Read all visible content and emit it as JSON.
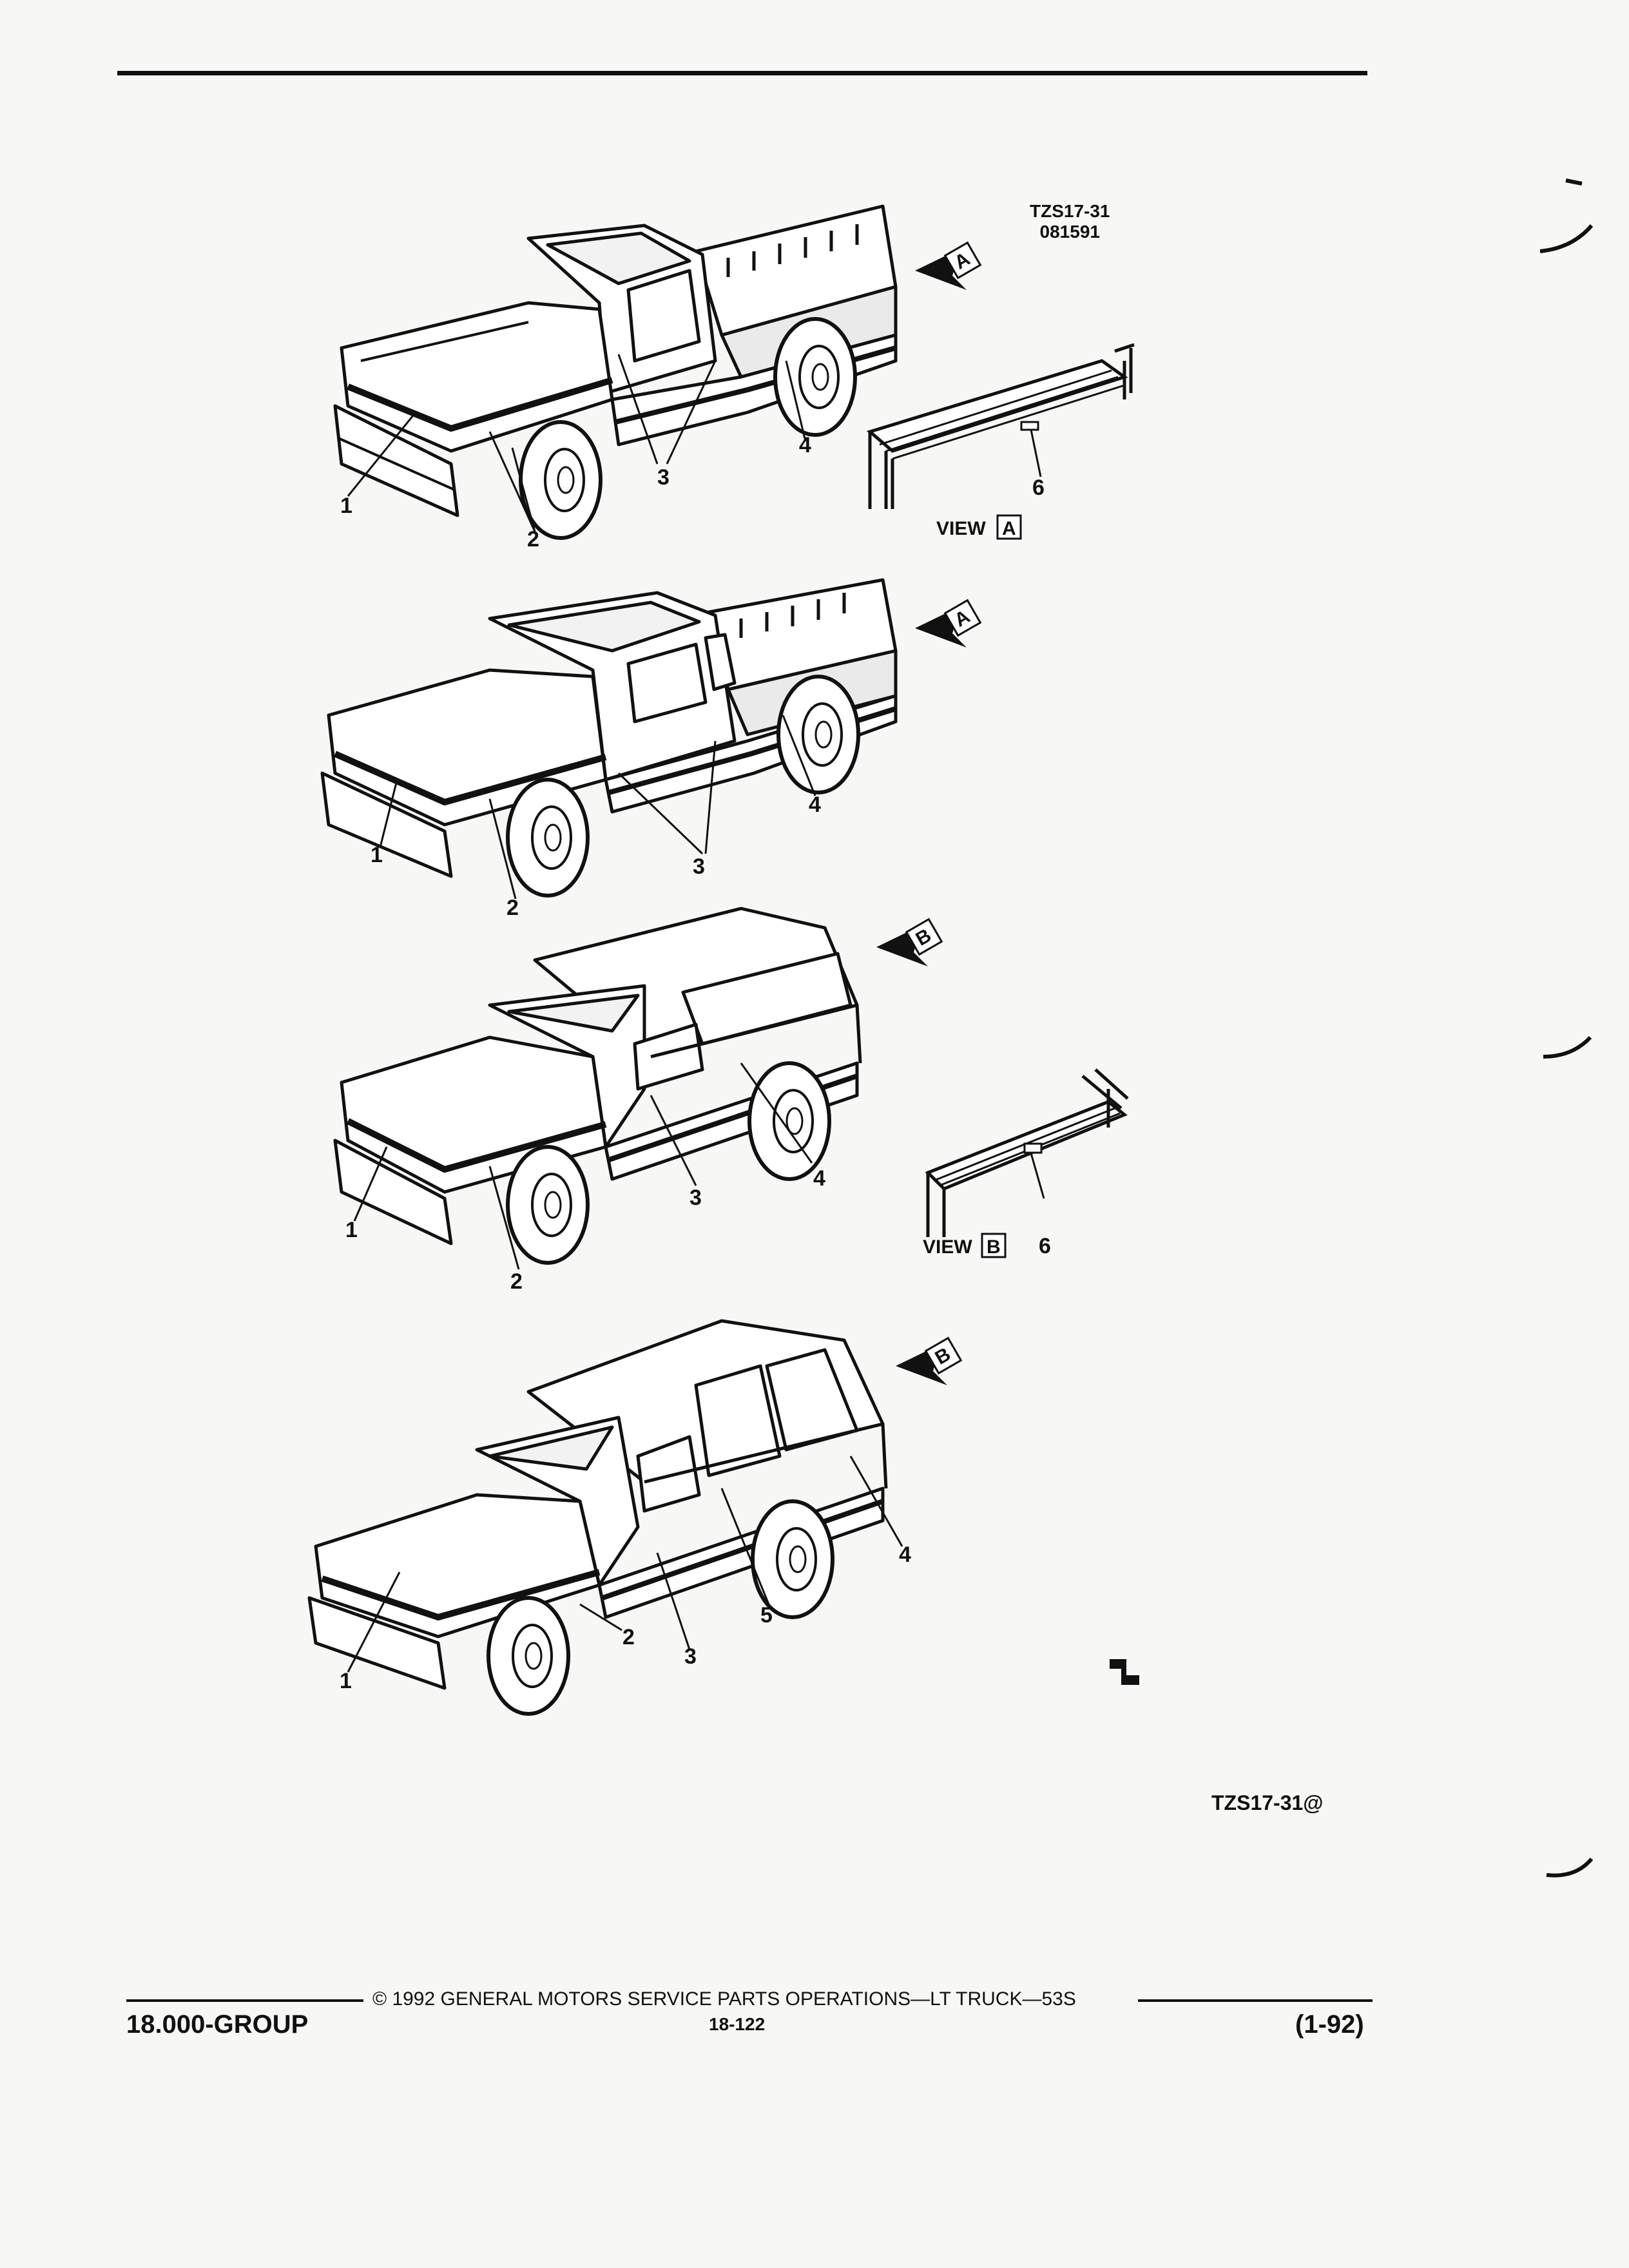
{
  "header": {
    "ref_code_line1": "TZS17-31",
    "ref_code_line2": "081591"
  },
  "figures": [
    {
      "id": "regular-cab-pickup",
      "view_marker": "A",
      "callouts": [
        "1",
        "2",
        "3",
        "4"
      ]
    },
    {
      "id": "extended-cab-pickup",
      "view_marker": "A",
      "callouts": [
        "1",
        "2",
        "3",
        "4"
      ]
    },
    {
      "id": "two-door-utility",
      "view_marker": "B",
      "callouts": [
        "1",
        "2",
        "3",
        "4"
      ]
    },
    {
      "id": "four-door-utility",
      "view_marker": "B",
      "callouts": [
        "1",
        "2",
        "3",
        "4",
        "5"
      ]
    }
  ],
  "detail_views": [
    {
      "label": "VIEW",
      "marker": "A",
      "callout": "6"
    },
    {
      "label": "VIEW",
      "marker": "B",
      "callout": "6"
    }
  ],
  "bottom_code": "TZS17-31@",
  "footer": {
    "group": "18.000-GROUP",
    "copyright": "© 1992 GENERAL MOTORS SERVICE PARTS OPERATIONS—LT TRUCK—53S",
    "page": "18-122",
    "date_code": "(1-92)"
  }
}
